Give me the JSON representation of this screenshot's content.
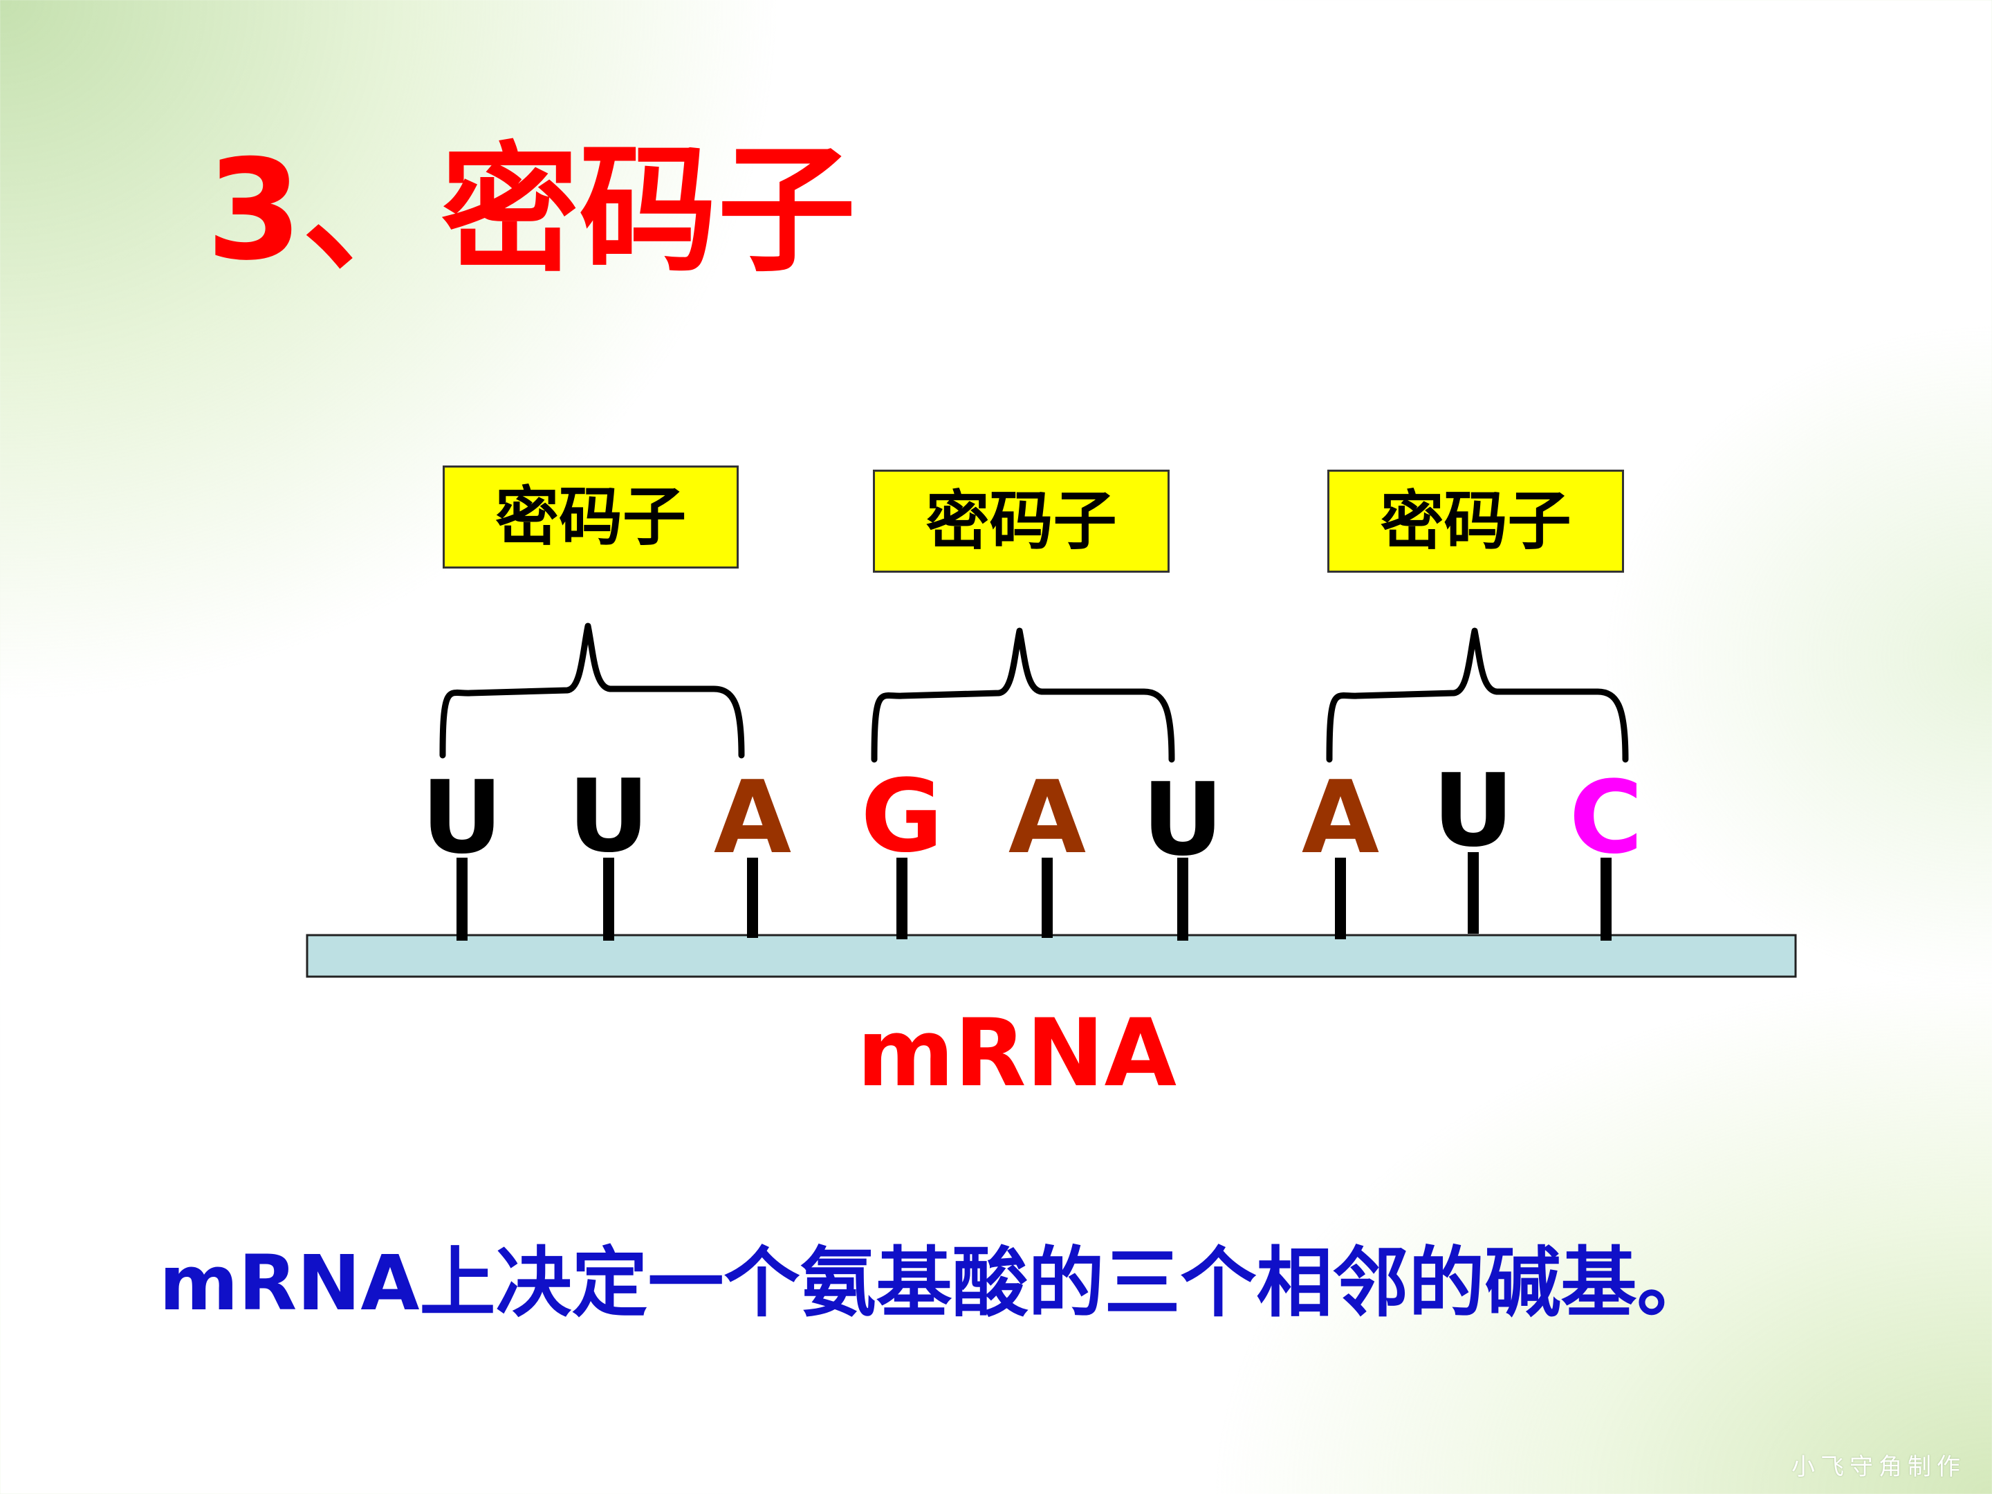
{
  "title": "3、密码子",
  "codons": [
    {
      "label": "密码子",
      "bases": [
        "U",
        "U",
        "A"
      ]
    },
    {
      "label": "密码子",
      "bases": [
        "G",
        "A",
        "U"
      ]
    },
    {
      "label": "密码子",
      "bases": [
        "A",
        "U",
        "C"
      ]
    }
  ],
  "base_colors": {
    "A": "#993300",
    "U": "#000000",
    "G": "#ff0000",
    "C": "#ff00ff"
  },
  "strand_color": "#bde0e3",
  "strand_label": "mRNA",
  "definition": "mRNA上决定一个氨基酸的三个相邻的碱基。",
  "credit": "小飞守角制作"
}
